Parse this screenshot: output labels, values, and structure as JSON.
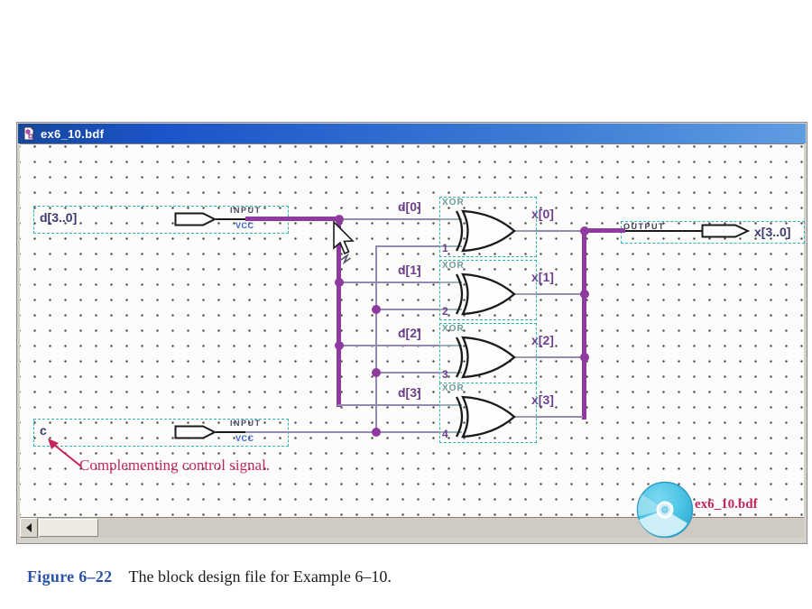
{
  "window": {
    "title": "ex6_10.bdf"
  },
  "pins": {
    "d_input": {
      "name": "d[3..0]",
      "type": "INPUT",
      "power": "VCC"
    },
    "c_input": {
      "name": "c",
      "type": "INPUT",
      "power": "VCC"
    },
    "x_output": {
      "name": "x[3..0]",
      "type": "OUTPUT"
    }
  },
  "gates": [
    {
      "type": "XOR",
      "instance": "1",
      "input": "d[0]",
      "output": "x[0]"
    },
    {
      "type": "XOR",
      "instance": "2",
      "input": "d[1]",
      "output": "x[1]"
    },
    {
      "type": "XOR",
      "instance": "3",
      "input": "d[2]",
      "output": "x[2]"
    },
    {
      "type": "XOR",
      "instance": "4",
      "input": "d[3]",
      "output": "x[3]"
    }
  ],
  "annotation": "Complementing control signal.",
  "cd_badge": {
    "label": "ex6_10.bdf"
  },
  "caption": {
    "figure_label": "Figure 6–22",
    "text": "The block design file for Example 6–10."
  },
  "colors": {
    "bus": "#8e3a9e",
    "net": "#9489ae",
    "selection_dash": "#2fb4b4",
    "annotation": "#c5255f",
    "pin_name": "#3c3a72",
    "node_label": "#6e3f8e",
    "vcc": "#3a64c8",
    "titlebar_left": "#1b54c8",
    "titlebar_right": "#5f9de2",
    "caption_figure": "#2b52a8"
  }
}
